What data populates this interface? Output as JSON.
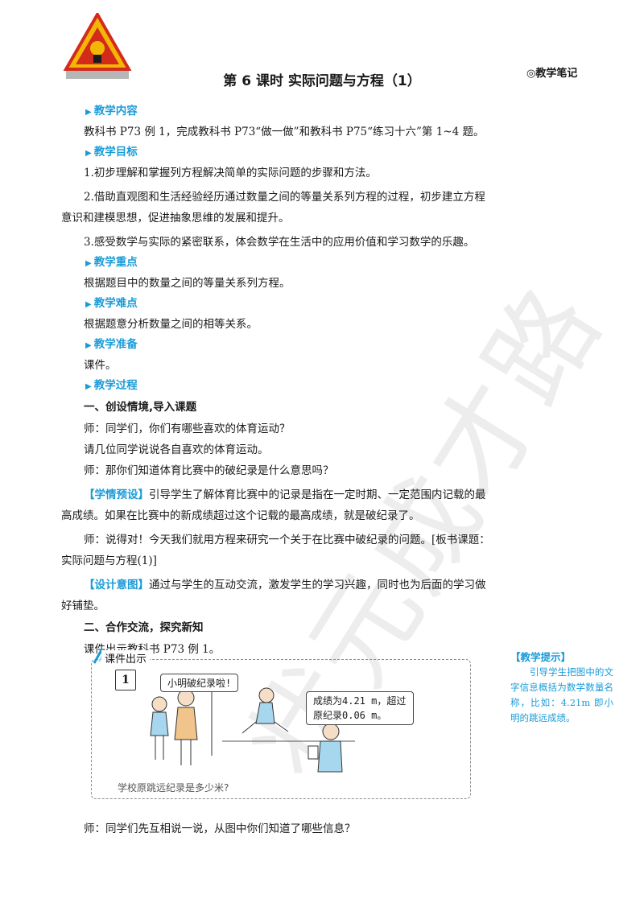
{
  "header": {
    "title": "第 6 课时  实际问题与方程（1）",
    "side_note": "◎教学笔记"
  },
  "sections": {
    "content": {
      "heading": "教学内容",
      "text": "教科书 P73 例 1，完成教科书 P73“做一做”和教科书 P75“练习十六”第 1~4 题。"
    },
    "goals": {
      "heading": "教学目标",
      "items": [
        "1.初步理解和掌握列方程解决简单的实际问题的步骤和方法。",
        "2.借助直观图和生活经验经历通过数量之间的等量关系列方程的过程，初步建立方程意识和建模思想，促进抽象思维的发展和提升。",
        "3.感受数学与实际的紧密联系，体会数学在生活中的应用价值和学习数学的乐趣。"
      ]
    },
    "key_points": {
      "heading": "教学重点",
      "text": "根据题目中的数量之间的等量关系列方程。"
    },
    "difficulties": {
      "heading": "教学难点",
      "text": "根据题意分析数量之间的相等关系。"
    },
    "preparation": {
      "heading": "教学准备",
      "text": "课件。"
    },
    "process": {
      "heading": "教学过程",
      "part1": {
        "title": "一、创设情境,导入课题",
        "lines": [
          "师：同学们，你们有哪些喜欢的体育运动？",
          "请几位同学说说各自喜欢的体育运动。",
          "师：那你们知道体育比赛中的破纪录是什么意思吗？"
        ],
        "preset_tag": "【学情预设】",
        "preset_text": "引导学生了解体育比赛中的记录是指在一定时期、一定范围内记载的最高成绩。如果在比赛中的新成绩超过这个记载的最高成绩，就是破纪录了。",
        "teacher_line": "师：说得对！今天我们就用方程来研究一个关于在比赛中破纪录的问题。[板书课题：实际问题与方程(1)]",
        "design_tag": "【设计意图】",
        "design_text": "通过与学生的互动交流，激发学生的学习兴趣，同时也为后面的学习做好铺垫。"
      },
      "part2": {
        "title": "二、合作交流，探究新知",
        "line": "课件出示教科书 P73 例 1。"
      }
    }
  },
  "figure": {
    "label": "课件出示",
    "example_number": "1",
    "bubble_left": "小明破纪录啦!",
    "bubble_right": "成绩为4.21 m，超过原纪录0.06 m。",
    "question": "学校原跳远纪录是多少米?"
  },
  "tip": {
    "title": "【教学提示】",
    "text": "引导学生把图中的文字信息概括为数学数量名称，比如：4.21m 即小明的跳远成绩。"
  },
  "final_line": "师：同学们先互相说一说，从图中你们知道了哪些信息？",
  "watermark": "状元成才路",
  "colors": {
    "accent": "#1a9bd7",
    "logo_red": "#d42a1c",
    "logo_gold": "#f2b705"
  }
}
